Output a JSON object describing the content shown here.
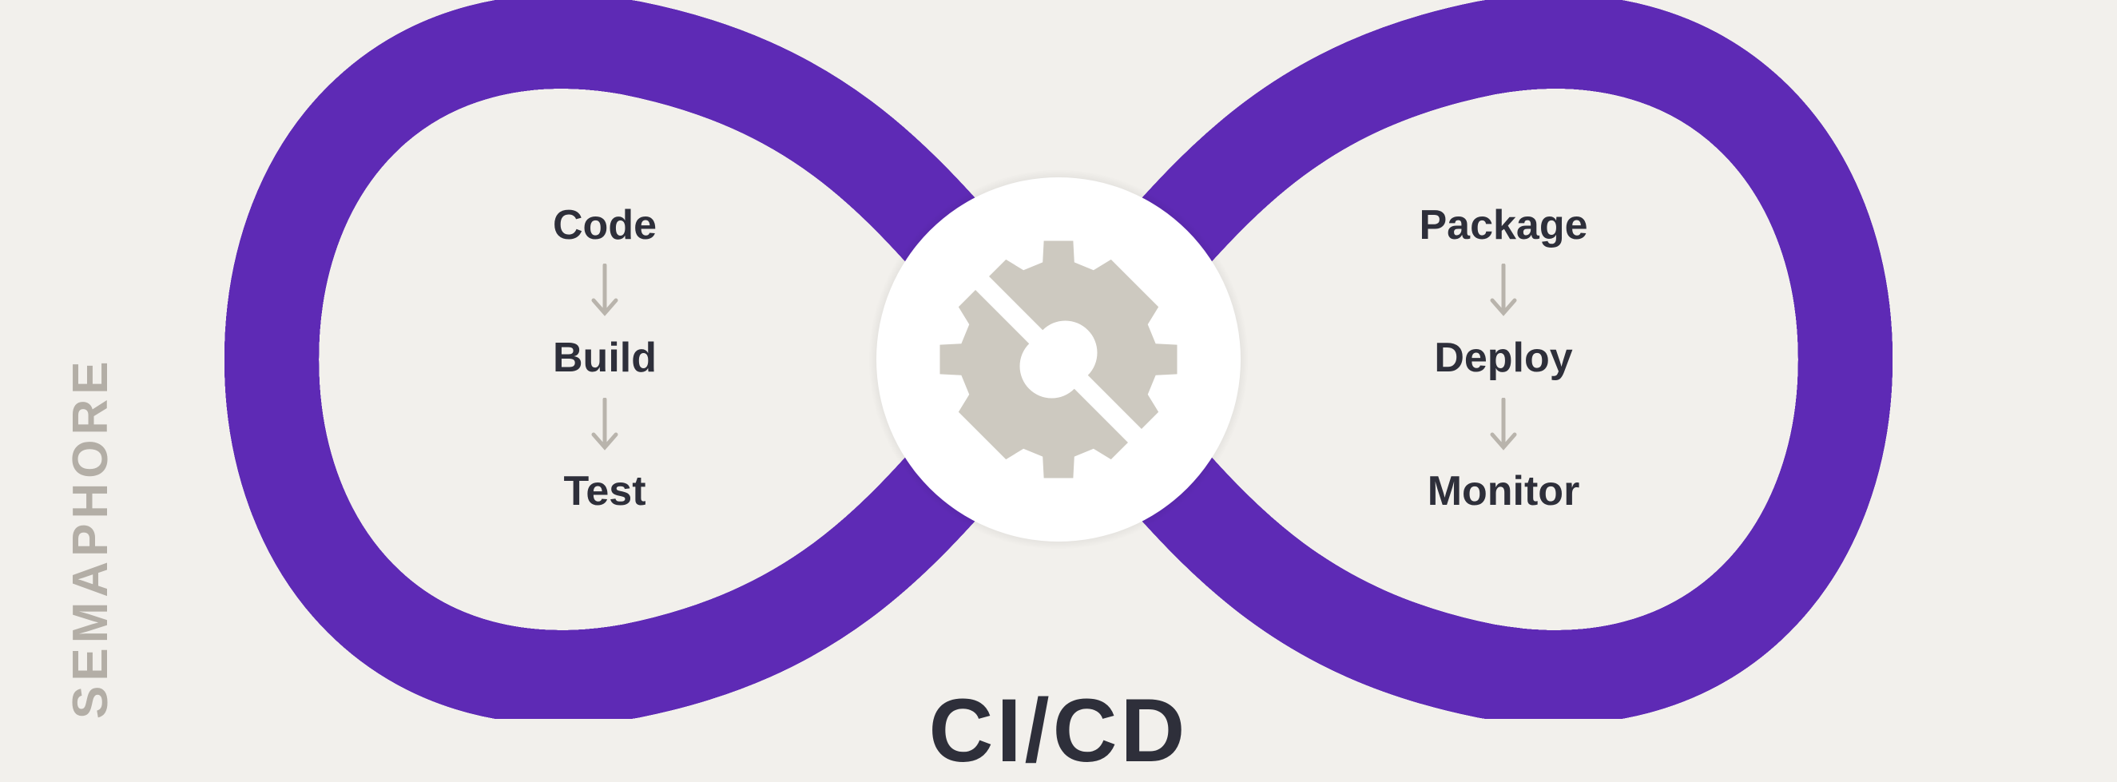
{
  "brand": "SEMAPHORE",
  "title": "CI/CD",
  "left_loop": {
    "steps": [
      "Code",
      "Build",
      "Test"
    ]
  },
  "right_loop": {
    "steps": [
      "Package",
      "Deploy",
      "Monitor"
    ]
  },
  "hub": {
    "icon": "gear-pair-icon"
  },
  "colors": {
    "background": "#f2f0ec",
    "band_dark": "#6a32c2",
    "band_light": "#c9a3f5",
    "stripe_orange": "#f2b96a",
    "stripe_cyan": "#7fe3f0",
    "stripe_white": "#ffffff",
    "text": "#2e2f3a",
    "arrow": "#b9b4ac",
    "gear": "#cdc9c0"
  }
}
